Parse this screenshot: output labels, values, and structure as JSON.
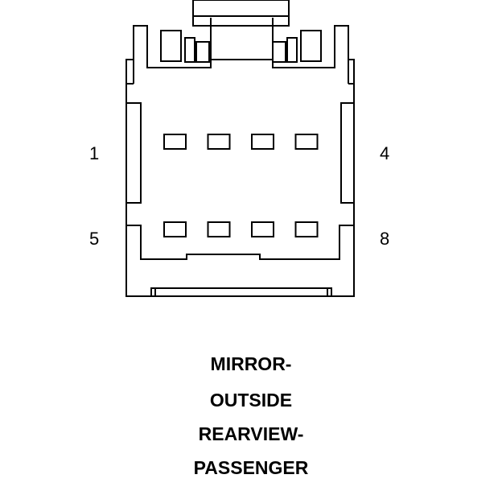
{
  "connector": {
    "pin_labels": {
      "top_left": "1",
      "top_right": "4",
      "bottom_left": "5",
      "bottom_right": "8"
    },
    "cavity_rows": 2,
    "cavities_per_row": 4,
    "stroke_color": "#000000"
  },
  "caption": {
    "lines": [
      "MIRROR-",
      "OUTSIDE",
      "REARVIEW-",
      "PASSENGER"
    ]
  }
}
